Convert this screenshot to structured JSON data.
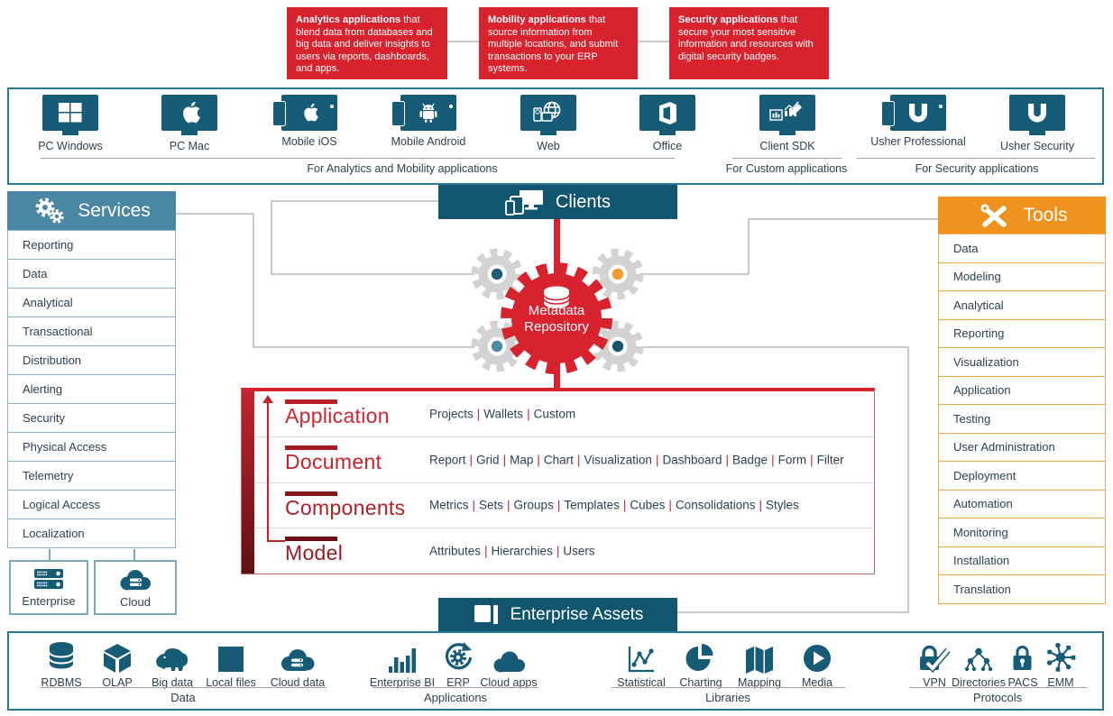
{
  "top_callouts": [
    {
      "title": "Analytics applications",
      "text": " that blend data from databases and big data and deliver insights to users via reports, dashboards, and apps."
    },
    {
      "title": "Mobility applications",
      "text": " that source information from multiple locations, and submit transactions to your ERP systems."
    },
    {
      "title": "Security applications",
      "text": " that secure your most sensitive information and resources with digital security badges."
    }
  ],
  "clients_band": {
    "items": [
      {
        "label": "PC Windows",
        "icon": "windows-icon"
      },
      {
        "label": "PC Mac",
        "icon": "apple-icon"
      },
      {
        "label": "Mobile iOS",
        "icon": "phone-apple-icon"
      },
      {
        "label": "Mobile Android",
        "icon": "phone-android-icon"
      },
      {
        "label": "Web",
        "icon": "globe-devices-icon"
      },
      {
        "label": "Office",
        "icon": "office-icon"
      },
      {
        "label": "Client SDK",
        "icon": "sdk-screens-icon"
      },
      {
        "label": "Usher Professional",
        "icon": "usher-phone-icon"
      },
      {
        "label": "Usher Security",
        "icon": "usher-icon"
      }
    ],
    "groups": [
      {
        "caption": "For Analytics and Mobility applications"
      },
      {
        "caption": "For Custom applications"
      },
      {
        "caption": "For Security applications"
      }
    ]
  },
  "center": {
    "clients_header": "Clients",
    "metadata_line1": "Metadata",
    "metadata_line2": "Repository",
    "enterprise_assets_header": "Enterprise Assets"
  },
  "services": {
    "title": "Services",
    "items": [
      "Reporting",
      "Data",
      "Analytical",
      "Transactional",
      "Distribution",
      "Alerting",
      "Security",
      "Physical Access",
      "Telemetry",
      "Logical Access",
      "Localization"
    ],
    "nodes": [
      {
        "label": "Enterprise",
        "icon": "server-icon"
      },
      {
        "label": "Cloud",
        "icon": "cloud-server-icon"
      }
    ]
  },
  "tools": {
    "title": "Tools",
    "items": [
      "Data",
      "Modeling",
      "Analytical",
      "Reporting",
      "Visualization",
      "Application",
      "Testing",
      "User Administration",
      "Deployment",
      "Automation",
      "Monitoring",
      "Installation",
      "Translation"
    ]
  },
  "object_table": {
    "rows": [
      {
        "label": "Application",
        "items": [
          "Projects",
          "Wallets",
          "Custom"
        ]
      },
      {
        "label": "Document",
        "items": [
          "Report",
          "Grid",
          "Map",
          "Chart",
          "Visualization",
          "Dashboard",
          "Badge",
          "Form",
          "Filter"
        ]
      },
      {
        "label": "Components",
        "items": [
          "Metrics",
          "Sets",
          "Groups",
          "Templates",
          "Cubes",
          "Consolidations",
          "Styles"
        ]
      },
      {
        "label": "Model",
        "items": [
          "Attributes",
          "Hierarchies",
          "Users"
        ]
      }
    ]
  },
  "bottom_band": {
    "groups": [
      {
        "caption": "Data",
        "items": [
          {
            "label": "RDBMS",
            "icon": "database-icon"
          },
          {
            "label": "OLAP",
            "icon": "cube-icon"
          },
          {
            "label": "Big data",
            "icon": "elephant-icon"
          },
          {
            "label": "Local files",
            "icon": "square-icon"
          },
          {
            "label": "Cloud data",
            "icon": "cloud-database-icon"
          }
        ]
      },
      {
        "caption": "Applications",
        "items": [
          {
            "label": "Enterprise BI",
            "icon": "bar-chart-icon"
          },
          {
            "label": "ERP",
            "icon": "gear-cycle-icon"
          },
          {
            "label": "Cloud apps",
            "icon": "cloud-icon"
          }
        ]
      },
      {
        "caption": "Libraries",
        "items": [
          {
            "label": "Statistical",
            "icon": "line-chart-icon"
          },
          {
            "label": "Charting",
            "icon": "pie-chart-icon"
          },
          {
            "label": "Mapping",
            "icon": "map-icon"
          },
          {
            "label": "Media",
            "icon": "play-icon"
          }
        ]
      },
      {
        "caption": "Protocols",
        "items": [
          {
            "label": "VPN",
            "icon": "lock-check-icon"
          },
          {
            "label": "Directories",
            "icon": "tree-icon"
          },
          {
            "label": "PACS",
            "icon": "padlock-icon"
          },
          {
            "label": "EMM",
            "icon": "hub-icon"
          }
        ]
      }
    ]
  },
  "colors": {
    "accent_red": "#d8232f",
    "dark_teal": "#12556e",
    "icon_teal": "#175c77",
    "services_teal": "#4a87a2",
    "tools_orange": "#f0921e",
    "band_border": "#2a7795",
    "connector_gray": "#c9c9c9",
    "text_dark": "#2e4150",
    "label_red": "#c4232c",
    "gear_gray": "#d3d3d3",
    "gear_orange": "#f29d2e",
    "gear_teal_light": "#4d8ba3"
  }
}
